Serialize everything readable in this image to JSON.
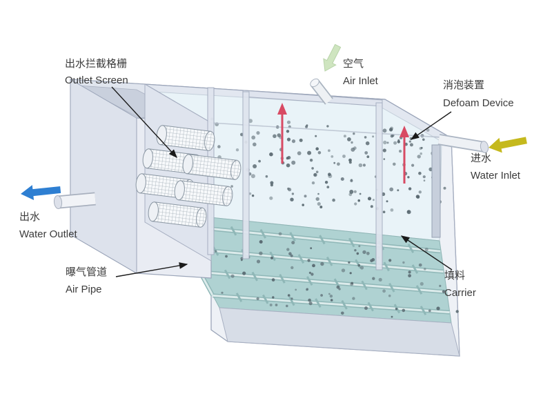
{
  "diagram": {
    "labels": {
      "outlet_screen": {
        "zh": "出水拦截格栅",
        "en": "Outlet Screen"
      },
      "air_inlet": {
        "zh": "空气",
        "en": "Air Inlet"
      },
      "defoam_device": {
        "zh": "消泡装置",
        "en": "Defoam Device"
      },
      "water_inlet": {
        "zh": "进水",
        "en": "Water Inlet"
      },
      "water_outlet": {
        "zh": "出水",
        "en": "Water Outlet"
      },
      "air_pipe": {
        "zh": "曝气管道",
        "en": "Air Pipe"
      },
      "carrier": {
        "zh": "填料",
        "en": "Carrier"
      }
    },
    "colors": {
      "water_outlet_arrow": "#2e7fd2",
      "water_inlet_arrow": "#c5b91d",
      "air_inlet_arrow": "#cfe5c0",
      "defoam_arrow": "#d84a63",
      "leader": "#1a1a1a",
      "water_surface": "#e9f3f8",
      "tank_floor": "#afd2d2",
      "carrier_dot": "#57666e"
    }
  }
}
